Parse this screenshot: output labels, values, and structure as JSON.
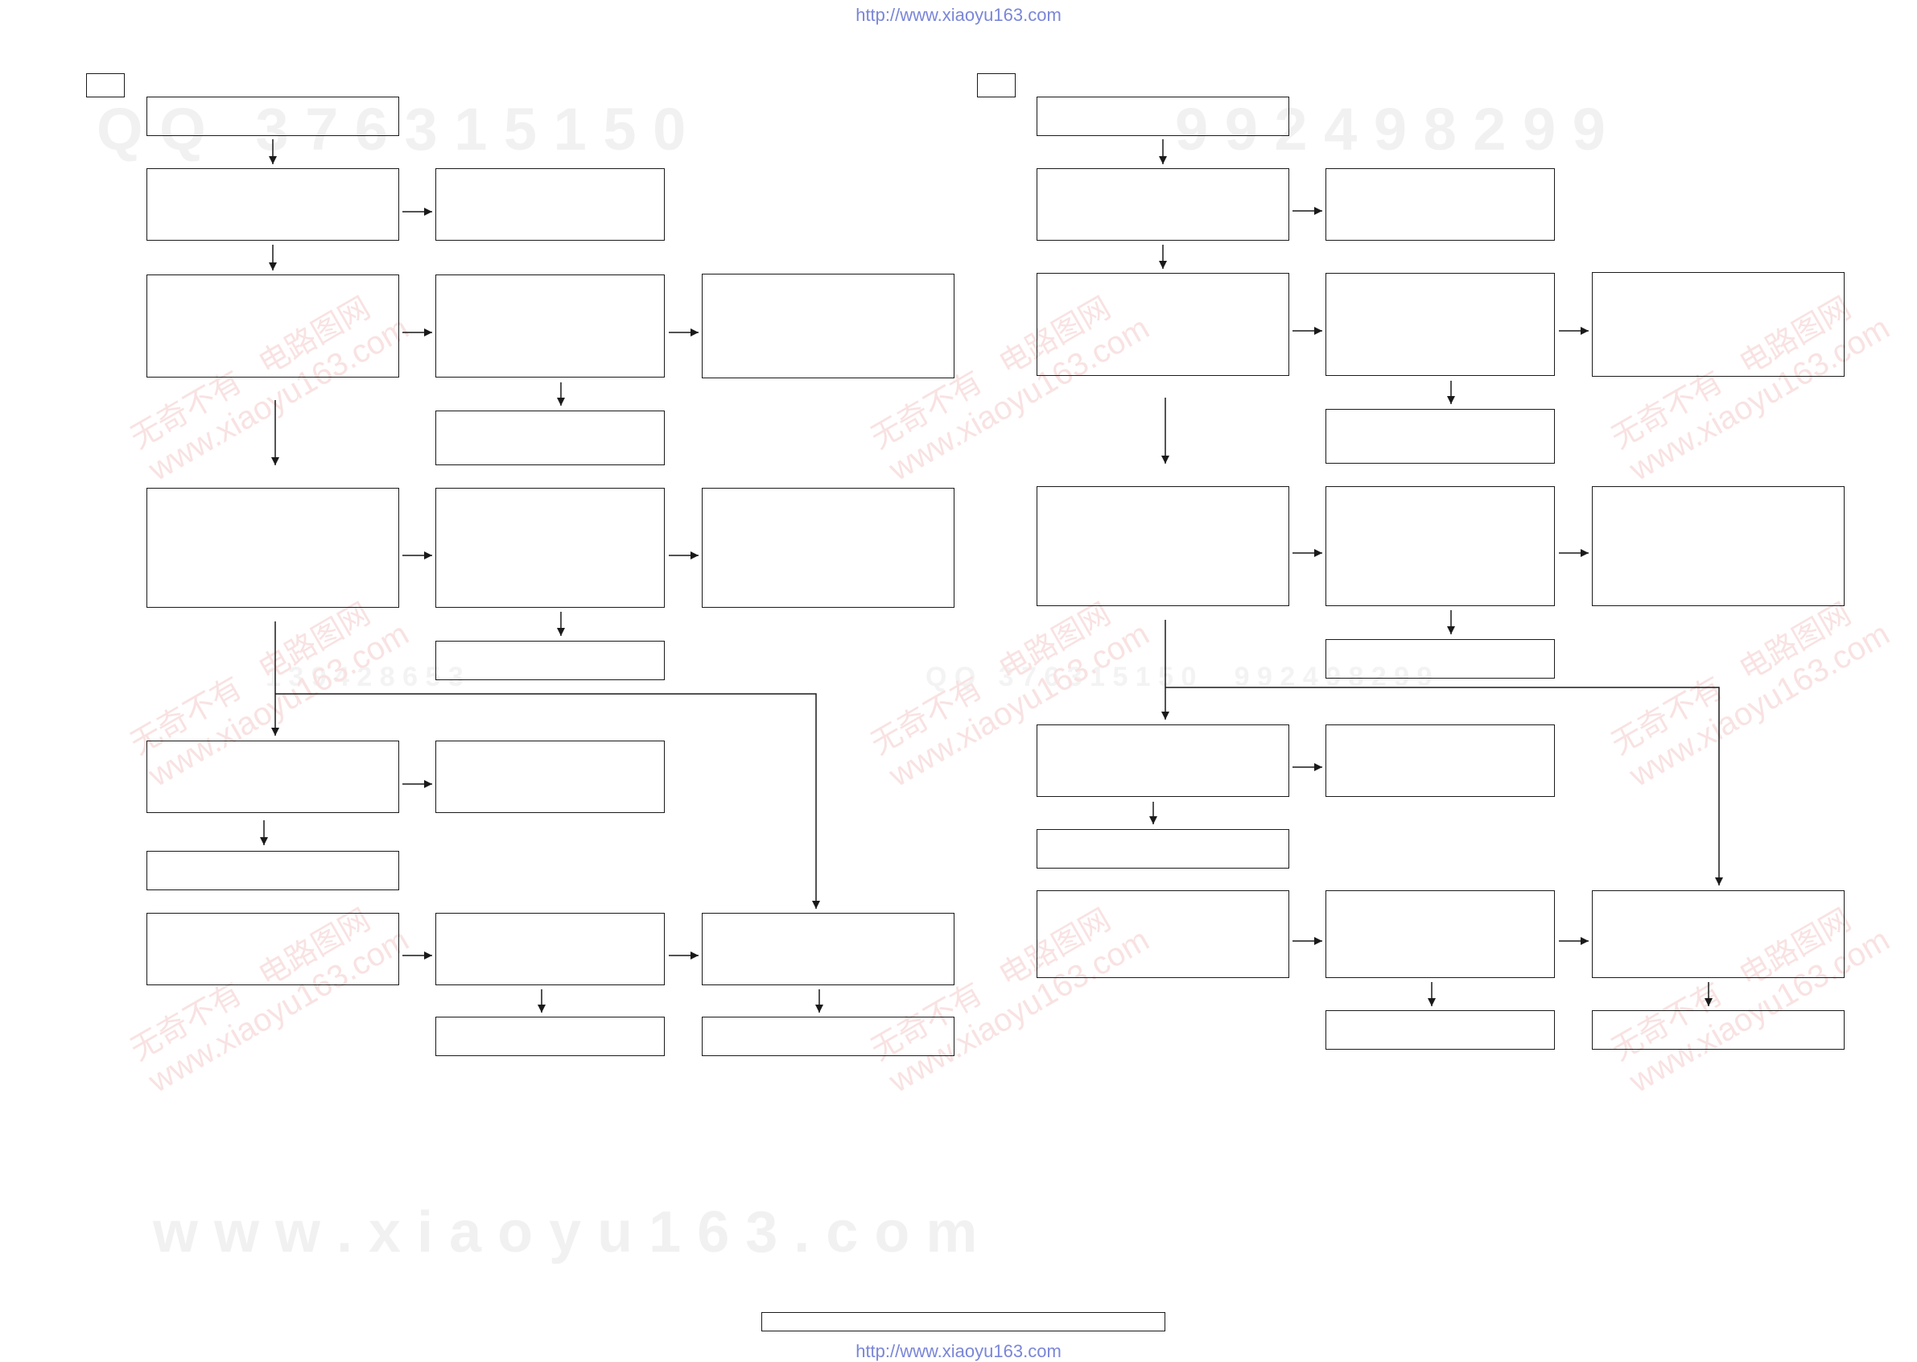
{
  "header": {
    "url": "http://www.xiaoyu163.com"
  },
  "footer": {
    "url": "http://www.xiaoyu163.com"
  },
  "watermarks": {
    "qq_left": "Q Q   3 7 6 3 1 5 1 5 0",
    "qq_right": "9 9 2 4 9 8 2 9 9",
    "site_big": "w w w . x i a o y u 1 6 3 . c o m",
    "mid_left": "1 3 9 4 2 8 6 5 3",
    "mid_right": "Q Q   3 7 6 3 1 5 1 5 0     9 9 2 4 9 8 2 9 9",
    "red_cn": "无奇不有   电路图网",
    "red_url": "www.xiaoyu163.com"
  },
  "colors": {
    "line": "#1a1a1a",
    "url": "#7a86d8",
    "watermark_gray": "#f1f1f1",
    "watermark_red": "#f9e2e2"
  }
}
